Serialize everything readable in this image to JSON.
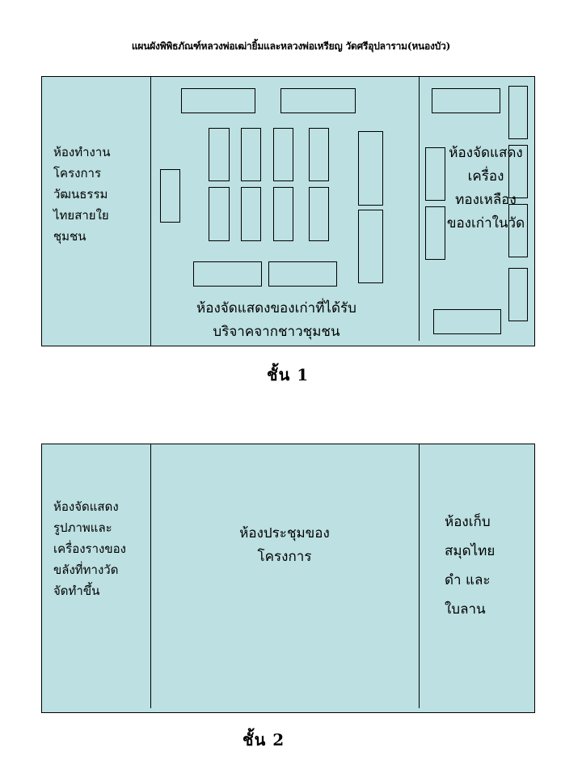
{
  "title": "แผนผังพิพิธภัณฑ์หลวงพ่อเฒ่ายิ้มและหลวงพ่อเหรียญ วัดศรีอุปลาราม(หนองบัว)",
  "floor1": {
    "label": "ชั้น  1",
    "left_room": [
      "ห้องทำงาน",
      "โครงการ",
      "วัฒนธรรม",
      "ไทยสายใย",
      "ชุมชน"
    ],
    "center_room": [
      "ห้องจัดแสดงของเก่าที่ได้รับ",
      "บริจาคจากชาวชุมชน"
    ],
    "right_room": [
      "ห้องจัดแสดง",
      "เครื่อง",
      "ทองเหลือง",
      "ของเก่าในวัด"
    ]
  },
  "floor2": {
    "label": "ชั้น  2",
    "left_room": [
      "ห้องจัดแสดง",
      "รูปภาพและ",
      "เครื่องรางของ",
      "ขลังที่ทางวัด",
      "จัดทำขึ้น"
    ],
    "center_room": [
      "ห้องประชุมของ",
      "โครงการ"
    ],
    "right_room": [
      "ห้องเก็บ",
      "สมุดไทย",
      "ดำ  และ",
      "ใบลาน"
    ]
  }
}
